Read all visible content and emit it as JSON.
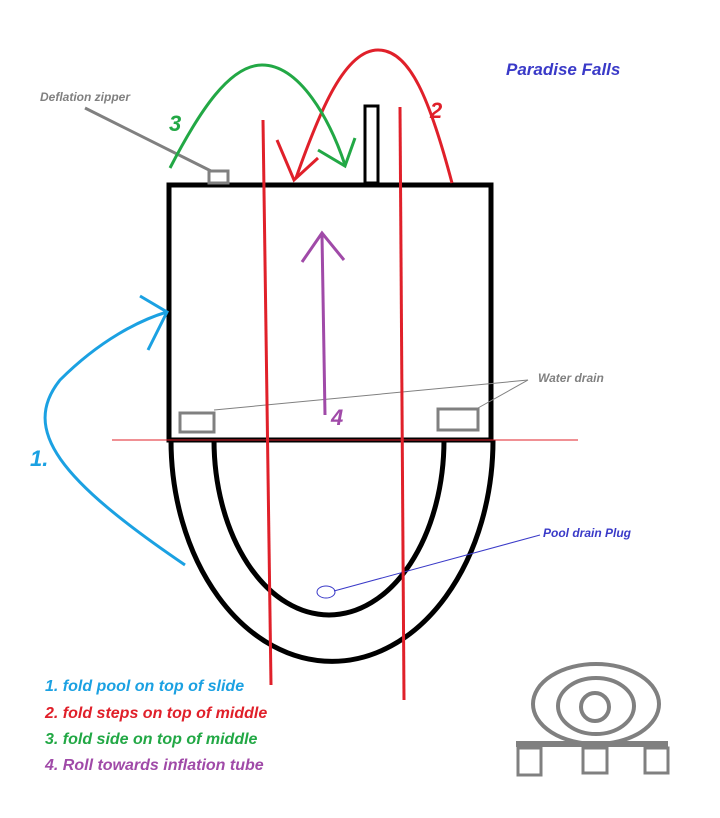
{
  "title": "Paradise Falls",
  "labels": {
    "deflation_zipper": "Deflation zipper",
    "water_drain": "Water drain",
    "pool_drain_plug": "Pool drain Plug"
  },
  "step_numbers": {
    "one": "1.",
    "two": "2",
    "three": "3",
    "four": "4"
  },
  "legend": [
    {
      "text": "1. fold pool on top of slide",
      "color": "#1ba1e2"
    },
    {
      "text": "2. fold steps on top of middle",
      "color": "#e0202a"
    },
    {
      "text": "3. fold side on top of middle",
      "color": "#22a845"
    },
    {
      "text": "4. Roll towards inflation tube",
      "color": "#a04aa8"
    }
  ],
  "colors": {
    "blue": "#1ba1e2",
    "red": "#e0202a",
    "green": "#22a845",
    "purple": "#a04aa8",
    "gray": "#808080",
    "title": "#3a3ac8"
  }
}
